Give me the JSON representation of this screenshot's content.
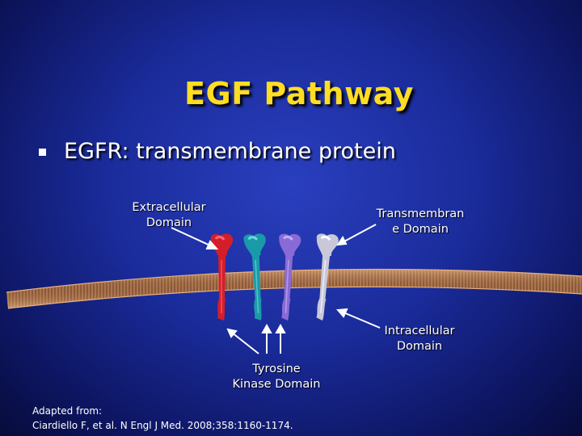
{
  "slide": {
    "title": "EGF Pathway",
    "bullet": "EGFR: transmembrane protein"
  },
  "labels": {
    "extracellular": [
      "Extracellular",
      "Domain"
    ],
    "transmembrane": [
      "Transmembran",
      "e Domain"
    ],
    "intracellular": [
      "Intracellular",
      "Domain"
    ],
    "tyrosine_kinase": [
      "Tyrosine",
      "Kinase Domain"
    ]
  },
  "citation": {
    "line1": "Adapted from:",
    "line2": "Ciardiello F, et al. N Engl J Med. 2008;358:1160-1174."
  },
  "receptors": [
    {
      "name": "red",
      "color": "#d41e2a",
      "highlight": "#ff6670"
    },
    {
      "name": "teal",
      "color": "#1a9aa8",
      "highlight": "#6fd8e2"
    },
    {
      "name": "purple",
      "color": "#8a6ad6",
      "highlight": "#c3b0f2"
    },
    {
      "name": "white",
      "color": "#c8c8d8",
      "highlight": "#ffffff"
    }
  ]
}
